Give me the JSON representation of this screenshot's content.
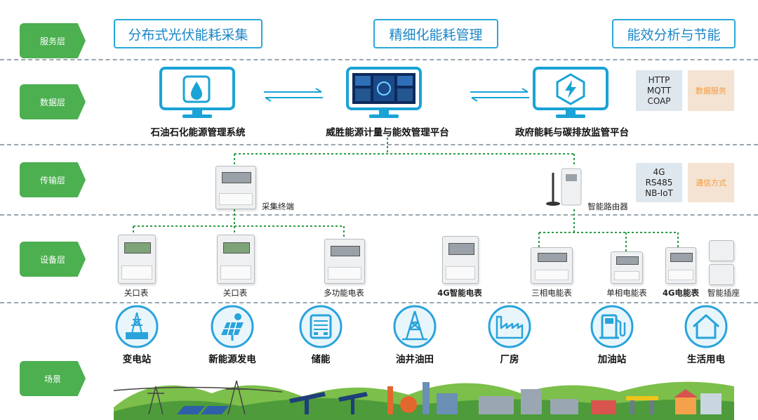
{
  "layers": {
    "service": "服务层",
    "data": "数据层",
    "transport": "传输层",
    "device": "设备层",
    "scene": "场景"
  },
  "services": [
    "分布式光伏能耗采集",
    "精细化能耗管理",
    "能效分析与节能"
  ],
  "platforms": [
    "石油石化能源管理系统",
    "威胜能源计量与能效管理平台",
    "政府能耗与碳排放监管平台"
  ],
  "protocols": {
    "line1": "HTTP",
    "line2": "MQTT",
    "line3": "COAP",
    "tag": "数据服务"
  },
  "comms": {
    "line1": "4G",
    "line2": "RS485",
    "line3": "NB-IoT",
    "tag": "通信方式"
  },
  "transport_devices": [
    "采集终端",
    "智能路由器"
  ],
  "devices": [
    "关口表",
    "关口表",
    "多功能电表",
    "4G智能电表",
    "三相电能表",
    "单相电能表",
    "4G电能表",
    "智能插座"
  ],
  "scenes": [
    {
      "label": "变电站",
      "icon": "substation-icon"
    },
    {
      "label": "新能源发电",
      "icon": "solar-panel-icon"
    },
    {
      "label": "储能",
      "icon": "energy-storage-icon"
    },
    {
      "label": "油井油田",
      "icon": "oil-derrick-icon"
    },
    {
      "label": "厂房",
      "icon": "factory-icon"
    },
    {
      "label": "加油站",
      "icon": "fuel-pump-icon"
    },
    {
      "label": "生活用电",
      "icon": "house-icon"
    }
  ],
  "colors": {
    "tab_green": "#4caf50",
    "frame_blue": "#29a8d9",
    "link_green": "#2e9b48",
    "scene_blue": "#2aa3dc"
  }
}
